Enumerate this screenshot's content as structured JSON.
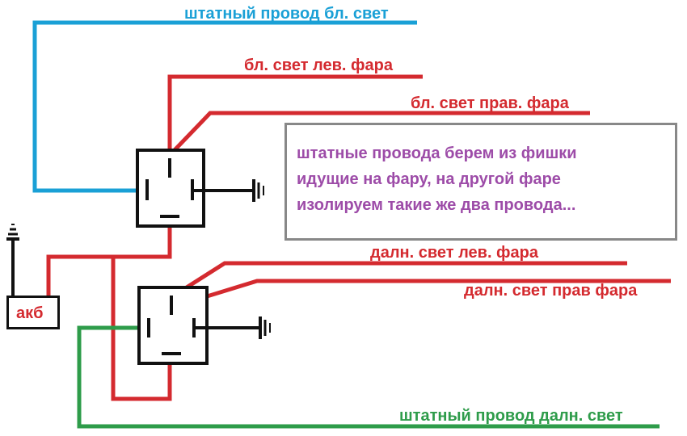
{
  "colors": {
    "low_beam_stock": "#1aa0d6",
    "headlight_wires": "#d42a2f",
    "high_beam_stock": "#2e9c4a",
    "note_text": "#9d4ca8",
    "ground": "#111111",
    "frame": "#888888"
  },
  "labels": {
    "stock_low_beam": "штатный провод бл. свет",
    "low_beam_left": "бл. свет лев. фара",
    "low_beam_right": "бл. свет прав. фара",
    "high_beam_left": "далн. свет лев. фара",
    "high_beam_right": "далн. свет прав фара",
    "stock_high_beam": "штатный провод далн. свет",
    "battery": "акб"
  },
  "note": {
    "lines": [
      "штатные провода берем из фишки",
      "идущие на фару, на другой фаре",
      "изолируем такие же два провода..."
    ]
  },
  "icons": [
    "relay-low-beam",
    "relay-high-beam",
    "ground-symbol",
    "battery-ground-symbol"
  ]
}
